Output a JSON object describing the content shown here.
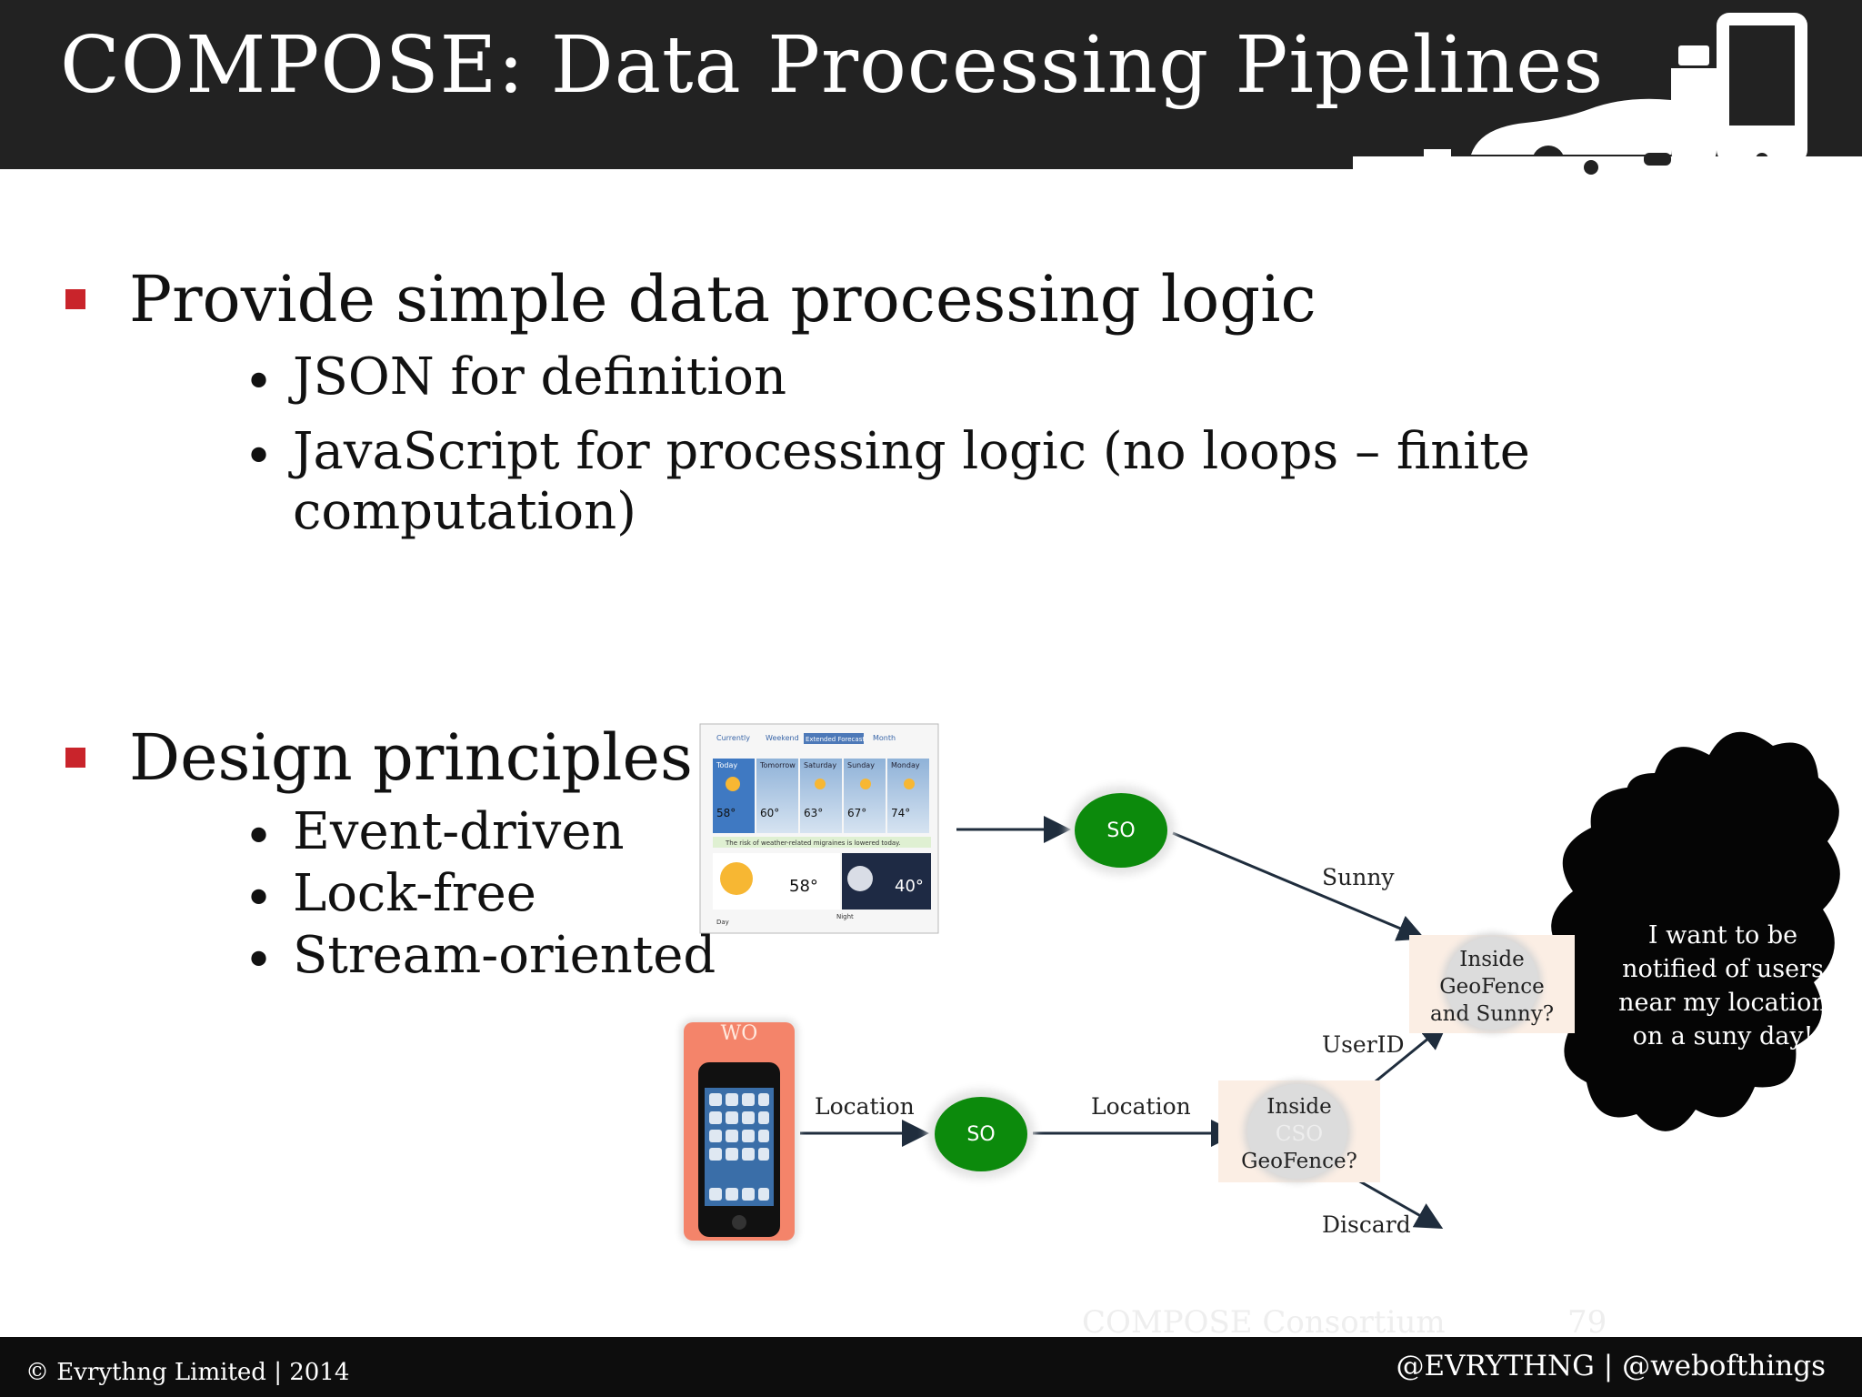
{
  "slide": {
    "title": "COMPOSE: Data Processing Pipelines",
    "sections": [
      {
        "heading": "Provide simple data processing logic",
        "items": [
          "JSON for definition",
          "JavaScript for processing logic (no loops – finite",
          "computation)"
        ]
      },
      {
        "heading": "Design principles",
        "items": [
          "Event-driven",
          "Lock-free",
          "Stream-oriented"
        ]
      }
    ]
  },
  "diagram": {
    "wo_label": "WO",
    "so_top_label": "SO",
    "so_bottom_label": "SO",
    "edge_sunny": "Sunny",
    "edge_userid": "UserID",
    "edge_location_1": "Location",
    "edge_location_2": "Location",
    "edge_discard": "Discard",
    "geofence_sunny": [
      "Inside",
      "GeoFence",
      "and Sunny?"
    ],
    "geofence": [
      "Inside",
      "CSO",
      "GeoFence?"
    ],
    "cloud_text": [
      "I want to be",
      "notified of users",
      "near my location",
      "on a suny day!"
    ],
    "weather": {
      "tabs": [
        "Currently",
        "Weekend",
        "Extended Forecast",
        "Month"
      ],
      "days": [
        "Today",
        "Tomorrow",
        "Saturday",
        "Sunday",
        "Monday"
      ],
      "temps": [
        "58°",
        "60°",
        "63°",
        "67°",
        "74°"
      ],
      "alert": "The risk of weather-related migraines is lowered today.",
      "big_temps": [
        "58°",
        "40°"
      ],
      "periods": [
        "Day",
        "Night"
      ]
    }
  },
  "footer": {
    "left": "© Evrythng Limited | 2014",
    "right": "@EVRYTHNG | @webofthings",
    "faint_text": "COMPOSE Consortium",
    "faint_number": "79"
  },
  "colors": {
    "header_bg": "#222222",
    "bullet_red": "#c9242b",
    "node_green": "#0c8a0c",
    "phone_bg": "#f4846a",
    "box_bg": "#fbeee4"
  }
}
